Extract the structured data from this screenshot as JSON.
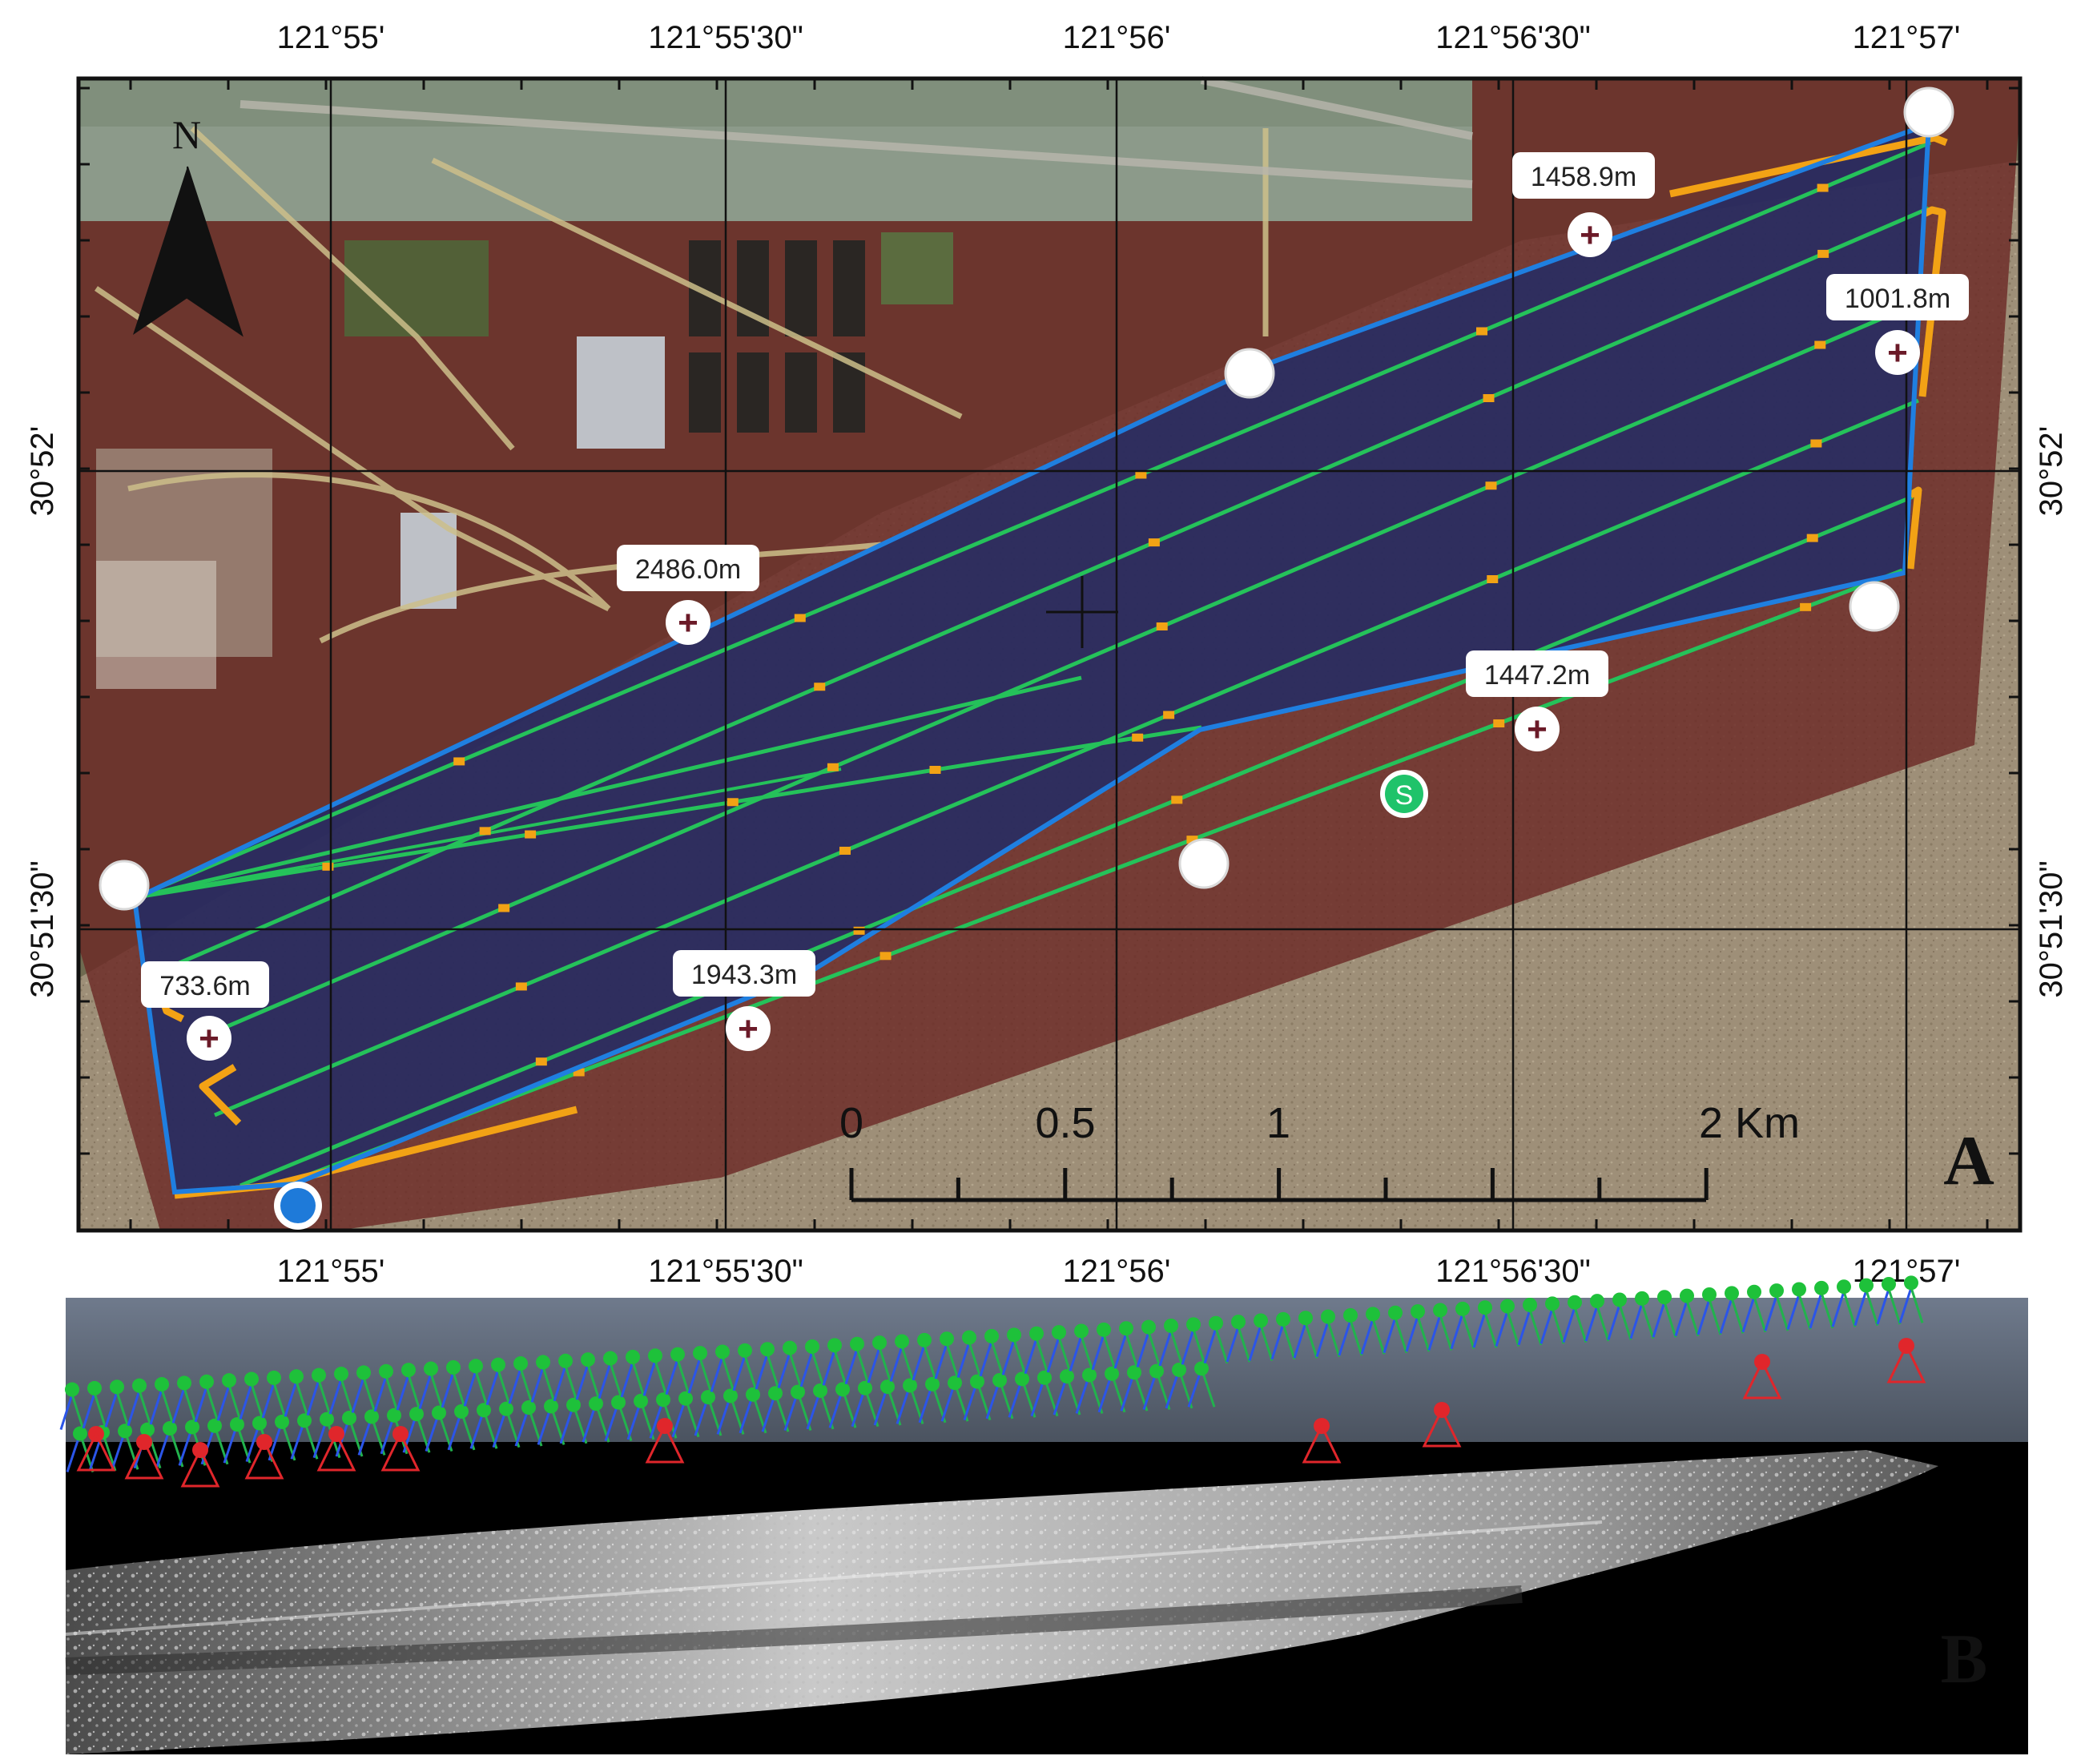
{
  "figure": {
    "panel_a_label": "A",
    "panel_b_label": "B",
    "north_label": "N"
  },
  "axes": {
    "top_longitudes": [
      "121°55'",
      "121°55'30\"",
      "121°56'",
      "121°56'30\"",
      "121°57'"
    ],
    "bottom_longitudes": [
      "121°55'",
      "121°55'30\"",
      "121°56'",
      "121°56'30\"",
      "121°57'"
    ],
    "left_latitudes": [
      "30°52'",
      "30°51'30\""
    ],
    "right_latitudes": [
      "30°52'",
      "30°51'30\""
    ]
  },
  "distance_labels": [
    "1458.9m",
    "1001.8m",
    "2486.0m",
    "1447.2m",
    "733.6m",
    "1943.3m"
  ],
  "start_marker": "S",
  "scale_bar": {
    "labels": [
      "0",
      "0.5",
      "1",
      "2 Km"
    ]
  },
  "colors": {
    "boundary": "#1f7fe0",
    "flight_lines": "#25c25a",
    "edge_segments": "#f2a215",
    "survey_area": "#1b2a6a",
    "mudflat": "#6b2a26",
    "beach": "#9d8d77"
  }
}
